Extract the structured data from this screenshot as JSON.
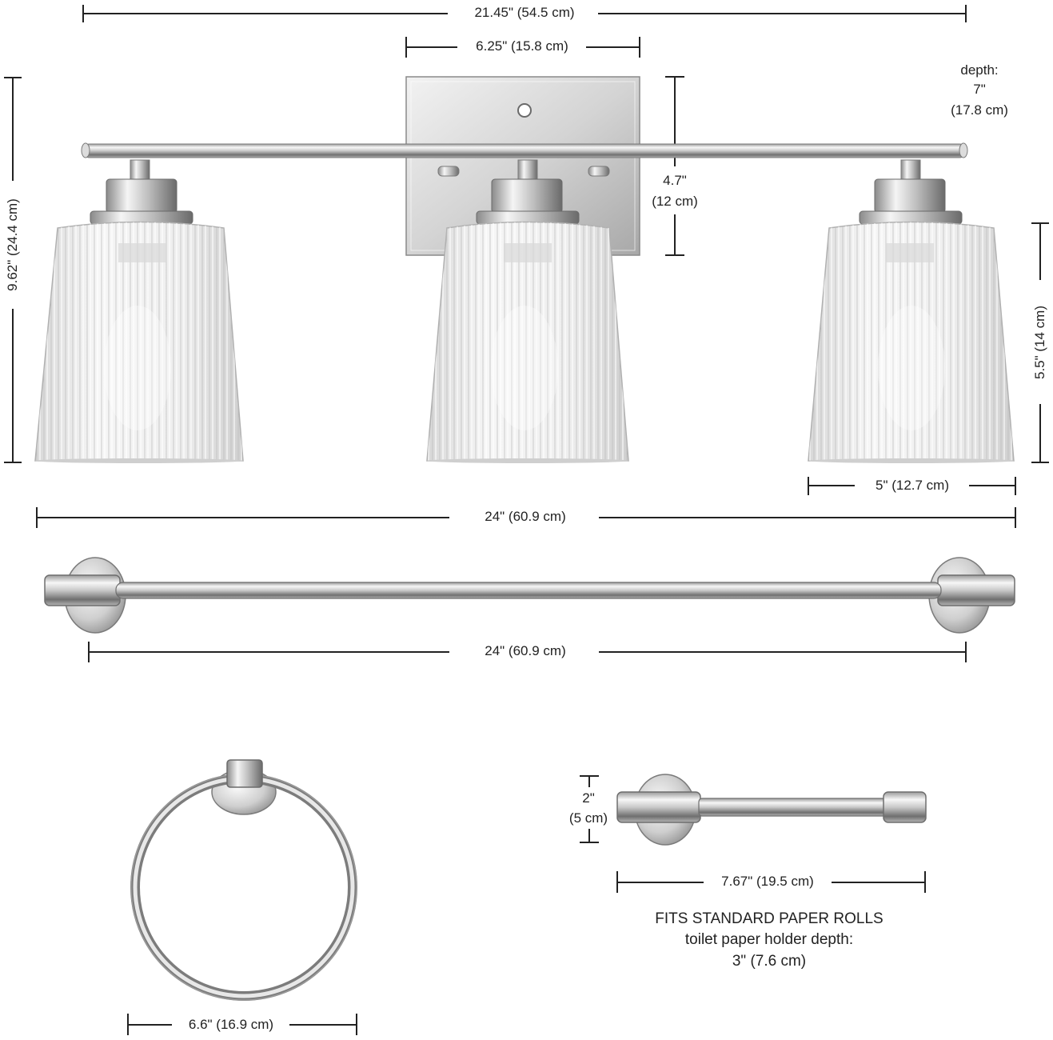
{
  "dimensions": {
    "fixture_width": "21.45\" (54.5 cm)",
    "backplate_width": "6.25\" (15.8 cm)",
    "depth_label": "depth:",
    "depth_value": "7\"",
    "depth_metric": "(17.8 cm)",
    "overall_height": "9.62\" (24.4 cm)",
    "backplate_height_line1": "4.7\"",
    "backplate_height_line2": "(12 cm)",
    "shade_height": "5.5\" (14 cm)",
    "shade_width": "5\" (12.7 cm)",
    "light_overall_width": "24\" (60.9 cm)",
    "towel_bar_width": "24\" (60.9 cm)",
    "towel_ring_width": "6.6\" (16.9 cm)",
    "tp_height_line1": "2\"",
    "tp_height_line2": "(5 cm)",
    "tp_width": "7.67\" (19.5 cm)"
  },
  "notes": {
    "line1": "FITS STANDARD PAPER ROLLS",
    "line2": "toilet paper holder depth:",
    "line3": "3\" (7.6 cm)"
  },
  "colors": {
    "chrome_light": "#f4f4f4",
    "chrome_mid": "#b9b9b9",
    "chrome_dark": "#6e6e6e",
    "glass": "#e9e9e9",
    "line": "#222222"
  }
}
